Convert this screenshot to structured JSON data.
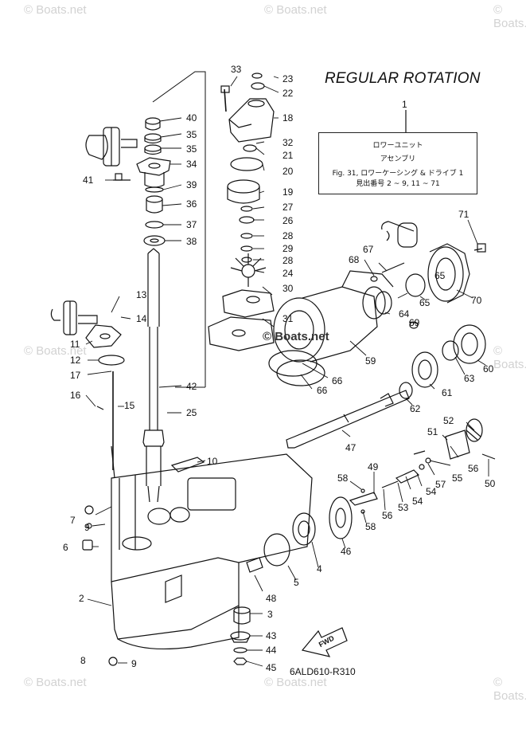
{
  "watermark": "© Boats.net",
  "title": "REGULAR ROTATION",
  "reference": {
    "number": "1",
    "line1": "ロワーユニット",
    "line2": "アセンブリ",
    "line3": "Fig. 31, ロワーケーシング & ドライブ 1",
    "line4": "見出番号 2 ~ 9, 11 ~ 71"
  },
  "callouts": [
    "2",
    "3",
    "4",
    "5",
    "6",
    "7",
    "8",
    "9",
    "9",
    "10",
    "11",
    "12",
    "13",
    "14",
    "15",
    "16",
    "17",
    "18",
    "19",
    "20",
    "21",
    "22",
    "23",
    "24",
    "25",
    "26",
    "27",
    "28",
    "28",
    "29",
    "30",
    "31",
    "32",
    "33",
    "34",
    "35",
    "35",
    "36",
    "37",
    "38",
    "39",
    "40",
    "41",
    "42",
    "43",
    "44",
    "45",
    "46",
    "47",
    "48",
    "49",
    "50",
    "51",
    "52",
    "53",
    "54",
    "54",
    "55",
    "56",
    "56",
    "57",
    "58",
    "58",
    "59",
    "60",
    "61",
    "62",
    "63",
    "64",
    "65",
    "65",
    "66",
    "66",
    "67",
    "68",
    "69",
    "70",
    "71"
  ],
  "fwd_label": "FWD",
  "diagram_code": "6ALD610-R310"
}
